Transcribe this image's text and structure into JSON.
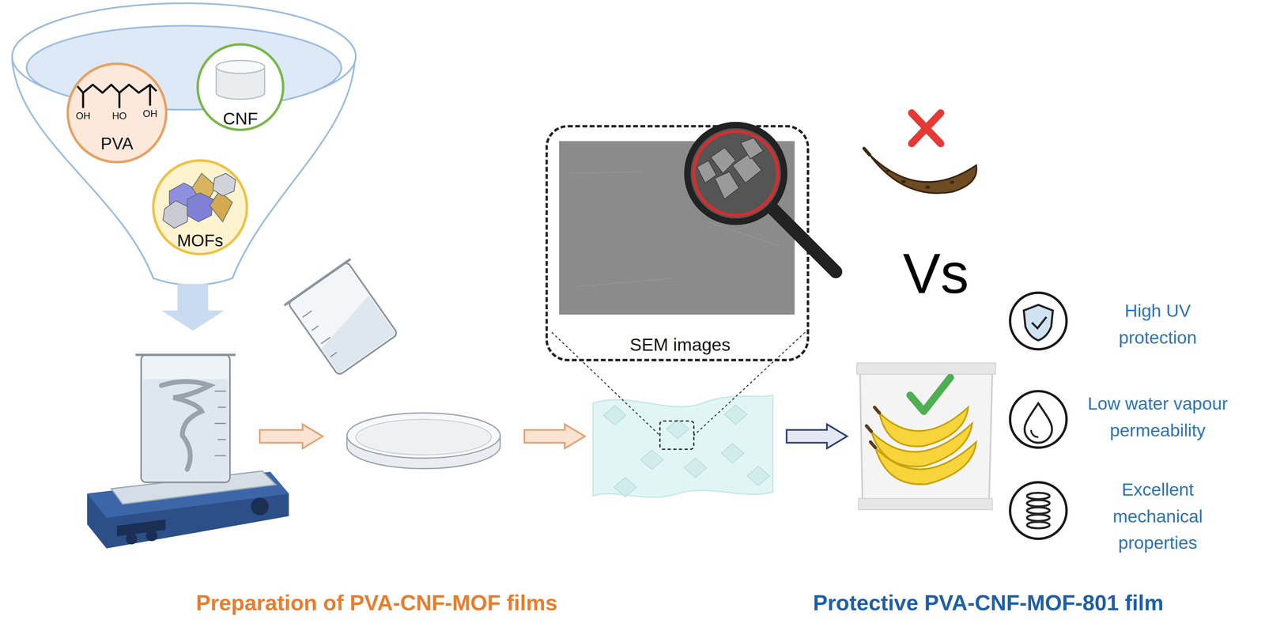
{
  "diagram": {
    "nodes": [
      {
        "text": [
          "OH",
          "HO",
          "OH",
          "PVA"
        ]
      },
      {
        "text": [
          "CNF"
        ]
      },
      {
        "text": [
          "MOFs"
        ]
      },
      {
        "text": [
          "SEM images"
        ]
      }
    ],
    "labels": [
      "Vs",
      "High UV protection",
      "Low water vapour permeability",
      "Excellent mechanical properties",
      "Preparation of PVA-CNF-MOF films",
      "Protective PVA-CNF-MOF-801 film"
    ]
  }
}
